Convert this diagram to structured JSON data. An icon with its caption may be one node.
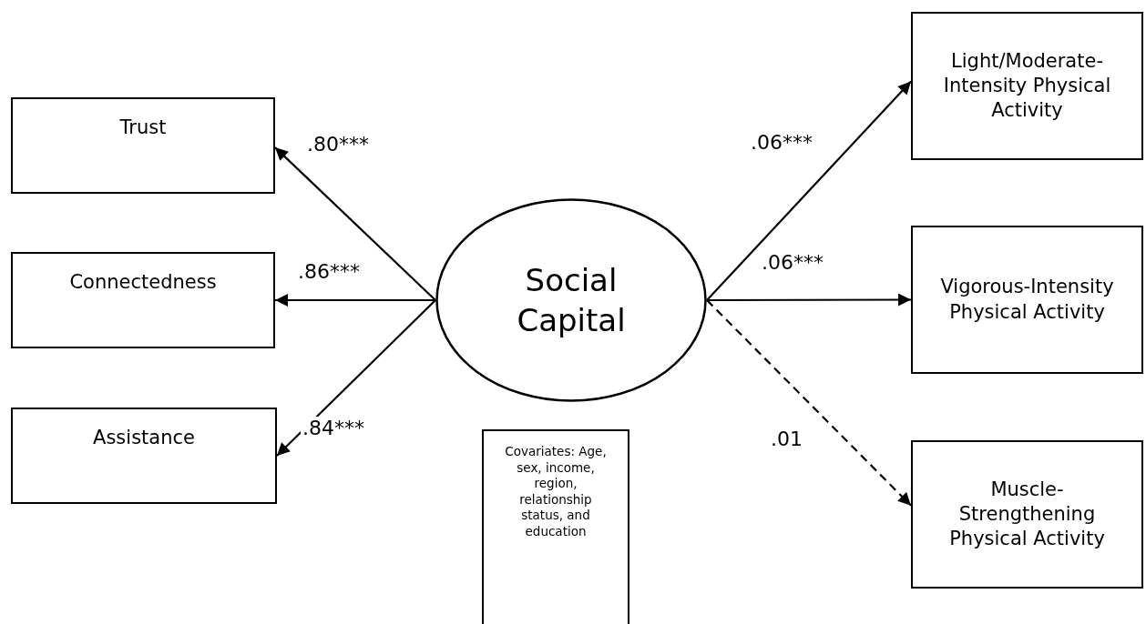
{
  "diagram": {
    "nodes": [
      {
        "text": [
          "Trust"
        ]
      },
      {
        "text": [
          "Connectedness"
        ]
      },
      {
        "text": [
          "Assistance"
        ]
      },
      {
        "text": [
          "Social Capital"
        ]
      },
      {
        "text": [
          "Light/Moderate-Intensity Physical Activity"
        ]
      },
      {
        "text": [
          "Vigorous-Intensity Physical Activity"
        ]
      },
      {
        "text": [
          "Muscle-Strengthening Physical Activity"
        ]
      },
      {
        "text": [
          "Covariates: Age, sex, income, region, relationship status, and education"
        ]
      }
    ],
    "edges": [
      {
        "from": 3,
        "to": 0,
        "arrow": "to",
        "label": ".80***"
      },
      {
        "from": 3,
        "to": 1,
        "arrow": "to",
        "label": ".86***"
      },
      {
        "from": 3,
        "to": 2,
        "arrow": "to",
        "label": ".84***"
      },
      {
        "from": 3,
        "to": 4,
        "arrow": "to",
        "label": ".06***"
      },
      {
        "from": 3,
        "to": 5,
        "arrow": "to",
        "label": ".06***"
      },
      {
        "from": 3,
        "to": 6,
        "arrow": "to",
        "label": ".01",
        "style": "dashed"
      }
    ]
  }
}
